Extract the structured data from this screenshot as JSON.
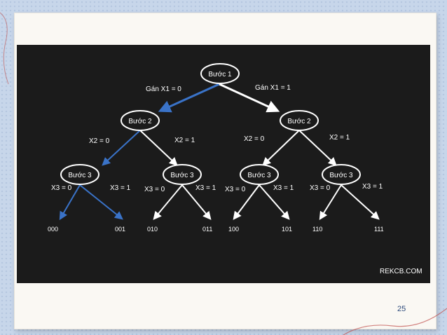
{
  "colors": {
    "background": "#1b1b1b",
    "highlight": "#3a73c8",
    "line": "#ffffff",
    "page_number": "#2c4a7b"
  },
  "tree": {
    "root": {
      "label": "Bước 1"
    },
    "level2": [
      {
        "label": "Bước 2"
      },
      {
        "label": "Bước 2"
      }
    ],
    "level3": [
      {
        "label": "Bước 3"
      },
      {
        "label": "Bước 3"
      },
      {
        "label": "Bước 3"
      },
      {
        "label": "Bước 3"
      }
    ],
    "edges_level1": [
      {
        "label": "Gán X1 = 0",
        "highlighted": true
      },
      {
        "label": "Gán X1 = 1",
        "highlighted": false
      }
    ],
    "edges_level2": [
      {
        "label": "X2 = 0",
        "highlighted": true
      },
      {
        "label": "X2 = 1",
        "highlighted": false
      },
      {
        "label": "X2 = 0",
        "highlighted": false
      },
      {
        "label": "X2 = 1",
        "highlighted": false
      }
    ],
    "edges_level3": [
      {
        "label": "X3 = 0",
        "highlighted": true
      },
      {
        "label": "X3 = 1",
        "highlighted": true
      },
      {
        "label": "X3 = 0",
        "highlighted": false
      },
      {
        "label": "X3 = 1",
        "highlighted": false
      },
      {
        "label": "X3 = 0",
        "highlighted": false
      },
      {
        "label": "X3 = 1",
        "highlighted": false
      },
      {
        "label": "X3 = 0",
        "highlighted": false
      },
      {
        "label": "X3 = 1",
        "highlighted": false
      }
    ],
    "leaves": [
      "000",
      "001",
      "010",
      "011",
      "100",
      "101",
      "110",
      "111"
    ]
  },
  "watermark": "REKCB.COM",
  "page_number": "25"
}
